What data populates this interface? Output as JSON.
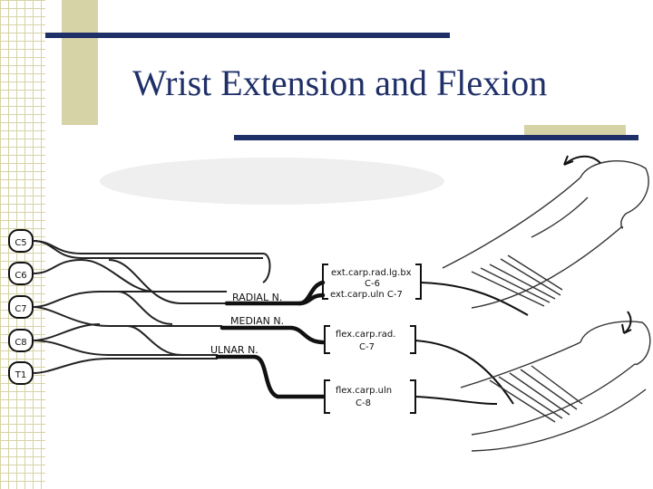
{
  "slide": {
    "title": "Wrist Extension and Flexion"
  },
  "roots": [
    "C5",
    "C6",
    "C7",
    "C8",
    "T1"
  ],
  "nerves": {
    "radial": "RADIAL N.",
    "median": "MEDIAN N.",
    "ulnar": "ULNAR N."
  },
  "muscles": {
    "ecr_line1": "ext.carp.rad.lg.bx",
    "ecr_line2": "C-6",
    "ecu": "ext.carp.uln C-7",
    "fcr_line1": "flex.carp.rad.",
    "fcr_line2": "C-7",
    "fcu_line1": "flex.carp.uln",
    "fcu_line2": "C-8"
  },
  "colors": {
    "accent_navy": "#1f2f68",
    "accent_tan": "#d6d3a6",
    "ink": "#111111"
  },
  "icons": [
    "extension-arrow-icon",
    "flexion-arrow-icon"
  ]
}
